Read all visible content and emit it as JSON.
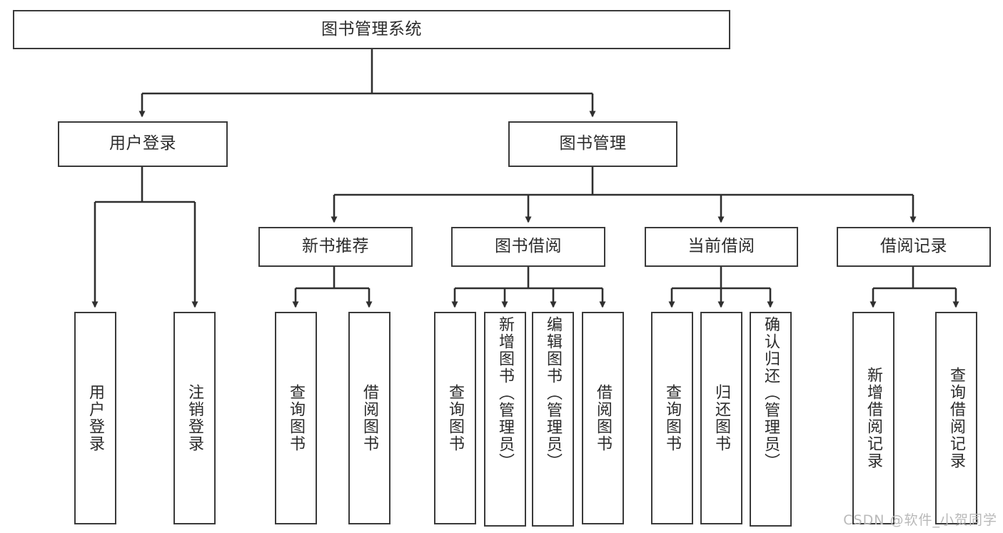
{
  "diagram": {
    "title": "图书管理系统",
    "type": "hierarchy-tree",
    "stroke_color": "#3a3a3a",
    "background_color": "#ffffff",
    "text_color": "#2b2b2b"
  },
  "root": {
    "label": "图书管理系统"
  },
  "level2": [
    {
      "label": "用户登录"
    },
    {
      "label": "图书管理"
    }
  ],
  "level3": [
    {
      "label": "新书推荐"
    },
    {
      "label": "图书借阅"
    },
    {
      "label": "当前借阅"
    },
    {
      "label": "借阅记录"
    }
  ],
  "leaves": {
    "user_login": [
      {
        "label": "用户登录"
      },
      {
        "label": "注销登录"
      }
    ],
    "new_book_recommend": [
      {
        "label": "查询图书"
      },
      {
        "label": "借阅图书"
      }
    ],
    "book_borrow": [
      {
        "label": "查询图书"
      },
      {
        "label": "新增图书（管理员）"
      },
      {
        "label": "编辑图书（管理员）"
      },
      {
        "label": "借阅图书"
      }
    ],
    "current_borrow": [
      {
        "label": "查询图书"
      },
      {
        "label": "归还图书"
      },
      {
        "label": "确认归还（管理员）"
      }
    ],
    "borrow_record": [
      {
        "label": "新增借阅记录"
      },
      {
        "label": "查询借阅记录"
      }
    ]
  },
  "watermark": {
    "text": "CSDN @软件_小贺同学"
  }
}
